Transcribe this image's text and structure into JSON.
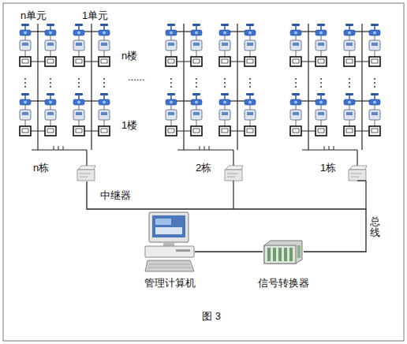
{
  "diagram": {
    "caption": "图 3",
    "nodes": [
      {
        "text": [
          "中继器"
        ]
      },
      {
        "text": [
          "管理计算机"
        ]
      },
      {
        "text": [
          "信号转换器"
        ]
      }
    ],
    "edges": [
      {
        "from": 0,
        "to": 2,
        "label": "总线",
        "arrow": "none"
      },
      {
        "from": 2,
        "to": 1,
        "arrow": "none"
      }
    ],
    "labels": [
      "n单元",
      "1单元",
      "n楼",
      "1楼",
      "......",
      "n栋",
      "2栋",
      "1栋"
    ]
  }
}
